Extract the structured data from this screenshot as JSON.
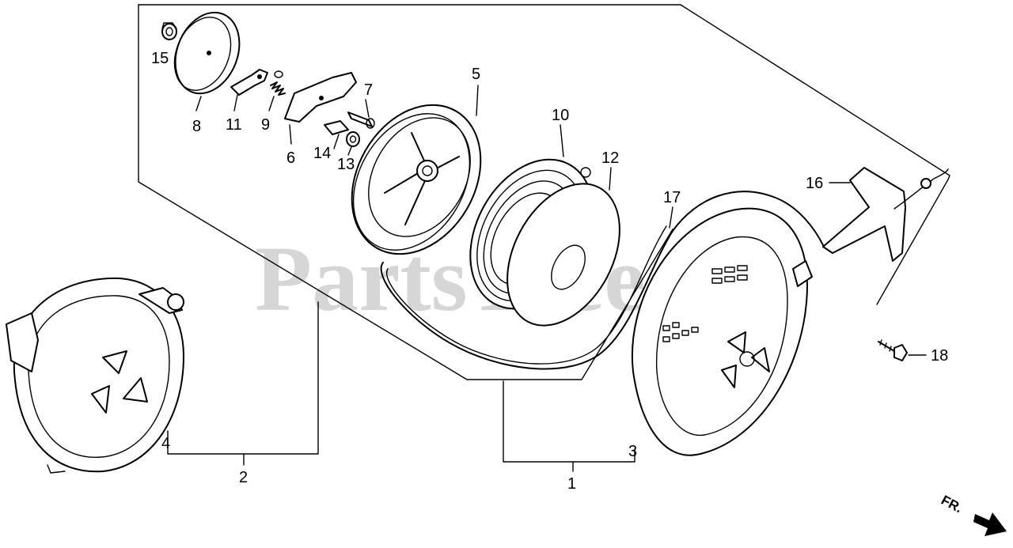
{
  "watermark": "PartsTree",
  "front_marker": "FR.",
  "callouts": [
    {
      "id": "1",
      "label": "1"
    },
    {
      "id": "2",
      "label": "2"
    },
    {
      "id": "3",
      "label": "3"
    },
    {
      "id": "4",
      "label": "4"
    },
    {
      "id": "5",
      "label": "5"
    },
    {
      "id": "6",
      "label": "6"
    },
    {
      "id": "7",
      "label": "7"
    },
    {
      "id": "8",
      "label": "8"
    },
    {
      "id": "9",
      "label": "9"
    },
    {
      "id": "10",
      "label": "10"
    },
    {
      "id": "11",
      "label": "11"
    },
    {
      "id": "12",
      "label": "12"
    },
    {
      "id": "13",
      "label": "13"
    },
    {
      "id": "14",
      "label": "14"
    },
    {
      "id": "15",
      "label": "15"
    },
    {
      "id": "16",
      "label": "16"
    },
    {
      "id": "17",
      "label": "17"
    },
    {
      "id": "18",
      "label": "18"
    }
  ]
}
